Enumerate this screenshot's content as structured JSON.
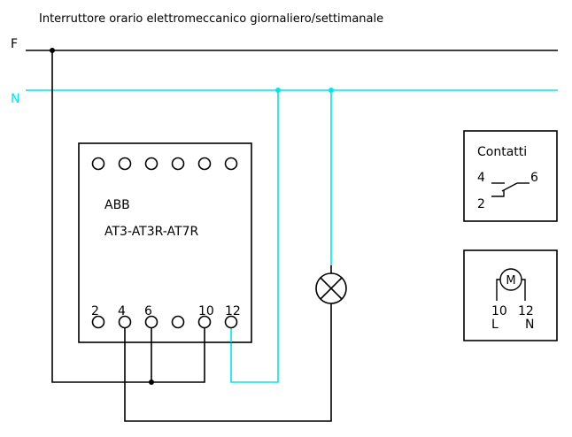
{
  "title": "Interruttore orario elettromeccanico giornaliero/settimanale",
  "lines": {
    "phase_label": "F",
    "neutral_label": "N",
    "phase_color": "#000000",
    "neutral_color": "#00e5ee"
  },
  "device": {
    "brand": "ABB",
    "model": "AT3-AT3R-AT7R",
    "terminal_labels": [
      "2",
      "4",
      "6",
      "",
      "10",
      "12"
    ]
  },
  "load": {
    "type": "lamp"
  },
  "legend_contacts": {
    "title": "Contatti",
    "label_4": "4",
    "label_6": "6",
    "label_2": "2"
  },
  "legend_motor": {
    "symbol": "M",
    "label_10": "10",
    "label_12": "12",
    "label_L": "L",
    "label_N": "N"
  }
}
